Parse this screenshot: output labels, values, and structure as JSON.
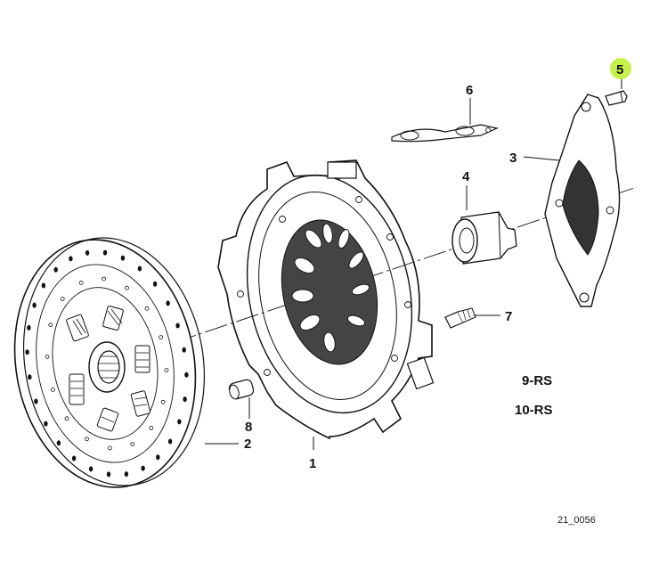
{
  "diagram": {
    "callouts": {
      "c1": "1",
      "c2": "2",
      "c3": "3",
      "c4": "4",
      "c5": "5",
      "c6": "6",
      "c7": "7",
      "c8": "8"
    },
    "notes": {
      "n9": "9-RS",
      "n10": "10-RS"
    },
    "figure_code": "21_0056",
    "highlight_color": "#c6f04a"
  }
}
